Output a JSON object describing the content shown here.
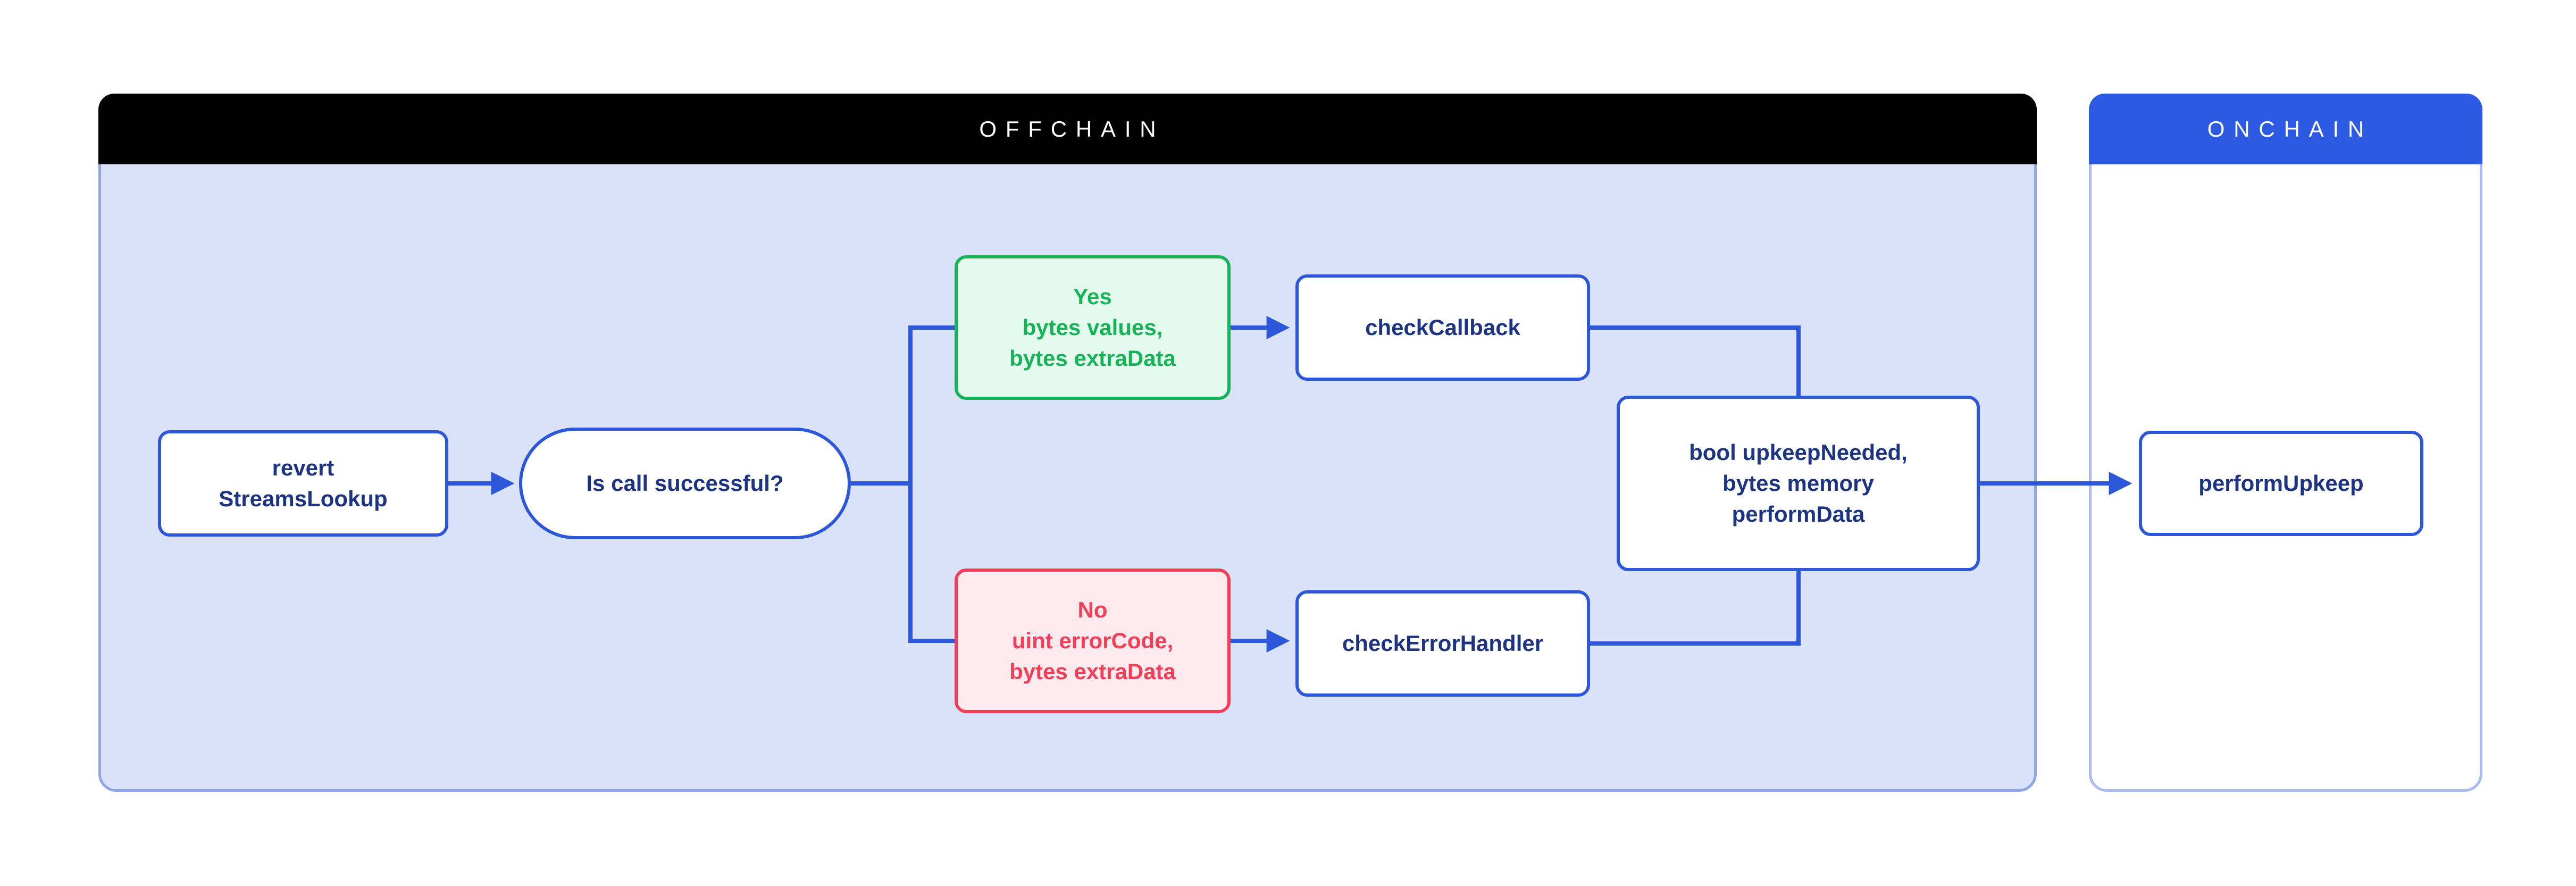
{
  "containers": {
    "offchain": {
      "title": "OFFCHAIN"
    },
    "onchain": {
      "title": "ONCHAIN"
    }
  },
  "nodes": {
    "revert_streams_lookup": {
      "label": "revert\nStreamsLookup",
      "shape": "rounded-rect"
    },
    "is_call_successful": {
      "label": "Is call successful?",
      "shape": "stadium"
    },
    "yes_branch": {
      "label": "Yes\nbytes values,\nbytes extraData",
      "shape": "rounded-rect",
      "status": "success"
    },
    "check_callback": {
      "label": "checkCallback",
      "shape": "rounded-rect"
    },
    "no_branch": {
      "label": "No\nuint errorCode,\nbytes extraData",
      "shape": "rounded-rect",
      "status": "error"
    },
    "check_error_handler": {
      "label": "checkErrorHandler",
      "shape": "rounded-rect"
    },
    "upkeep_result": {
      "label": "bool upkeepNeeded,\nbytes memory\nperformData",
      "shape": "rounded-rect"
    },
    "perform_upkeep": {
      "label": "performUpkeep",
      "shape": "rounded-rect"
    }
  },
  "edges": [
    {
      "from": "revert_streams_lookup",
      "to": "is_call_successful",
      "arrow": true
    },
    {
      "from": "is_call_successful",
      "to": "yes_branch",
      "arrow": false
    },
    {
      "from": "is_call_successful",
      "to": "no_branch",
      "arrow": false
    },
    {
      "from": "yes_branch",
      "to": "check_callback",
      "arrow": true
    },
    {
      "from": "no_branch",
      "to": "check_error_handler",
      "arrow": true
    },
    {
      "from": "check_callback",
      "to": "upkeep_result",
      "arrow": false
    },
    {
      "from": "check_error_handler",
      "to": "upkeep_result",
      "arrow": false
    },
    {
      "from": "upkeep_result",
      "to": "perform_upkeep",
      "arrow": true
    }
  ],
  "colors": {
    "offchain_header_bg": "#010101",
    "offchain_body_bg": "#d9e2f8",
    "offchain_border": "#8ca6e8",
    "onchain_header_bg": "#2d5ae2",
    "onchain_body_bg": "#ffffff",
    "onchain_border": "#a9bbf0",
    "node_border_blue": "#2b57d8",
    "node_text_navy": "#1c3482",
    "connector_blue": "#2b57d8",
    "yes_bg": "#e5faee",
    "yes_border": "#17b457",
    "yes_text": "#17b457",
    "no_bg": "#fdeaee",
    "no_border": "#f23f58",
    "no_text": "#f23f58",
    "header_text": "#ffffff",
    "page_bg": "#ffffff"
  }
}
